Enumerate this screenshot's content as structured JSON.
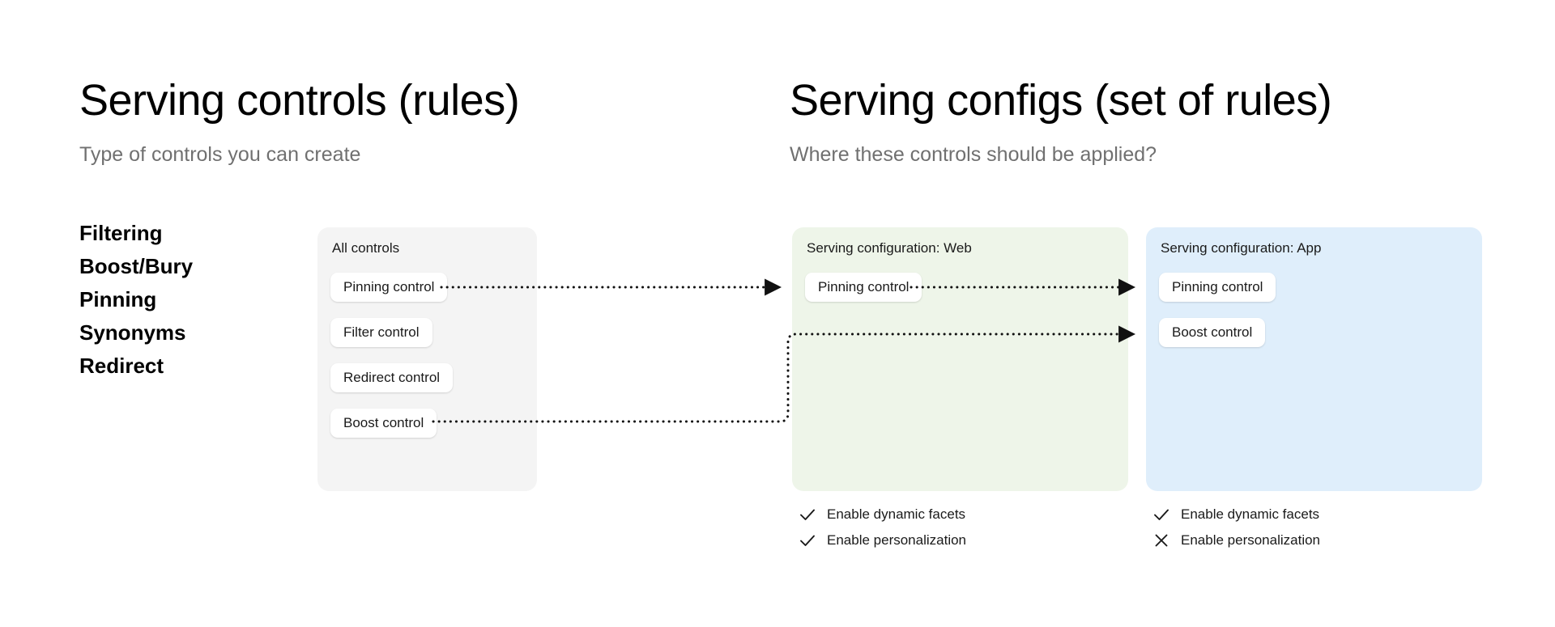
{
  "left_column": {
    "title": "Serving controls (rules)",
    "subtitle": "Type of controls you can create",
    "control_types": [
      {
        "label": "Filtering"
      },
      {
        "label": "Boost/Bury"
      },
      {
        "label": "Pinning"
      },
      {
        "label": "Synonyms"
      },
      {
        "label": "Redirect"
      }
    ],
    "all_controls_panel": {
      "title": "All controls",
      "panel_color": "#f4f4f4",
      "chips": [
        {
          "label": "Pinning control"
        },
        {
          "label": "Filter control"
        },
        {
          "label": "Redirect control"
        },
        {
          "label": "Boost control"
        }
      ]
    }
  },
  "right_column": {
    "title": "Serving configs (set of rules)",
    "subtitle": "Where these controls should be applied?",
    "configs": [
      {
        "title": "Serving configuration: Web",
        "panel_color": "#eef5e9",
        "chips": [
          {
            "label": "Pinning control"
          }
        ],
        "flags": [
          {
            "label": "Enable dynamic facets",
            "icon": "check-icon",
            "enabled": true
          },
          {
            "label": "Enable personalization",
            "icon": "check-icon",
            "enabled": true
          }
        ]
      },
      {
        "title": "Serving configuration: App",
        "panel_color": "#dfeefb",
        "chips": [
          {
            "label": "Pinning control"
          },
          {
            "label": "Boost control"
          }
        ],
        "flags": [
          {
            "label": "Enable dynamic facets",
            "icon": "check-icon",
            "enabled": true
          },
          {
            "label": "Enable personalization",
            "icon": "x-icon",
            "enabled": false
          }
        ]
      }
    ]
  },
  "connectors": [
    {
      "name": "pinning-all-to-web",
      "from": "all-controls.pinning-control",
      "to": "web.pinning-control",
      "style": "dotted-arrow"
    },
    {
      "name": "pinning-web-to-app",
      "from": "web.pinning-control",
      "to": "app.pinning-control",
      "style": "dotted-arrow"
    },
    {
      "name": "boost-all-to-app",
      "from": "all-controls.boost-control",
      "to": "app.boost-control",
      "style": "dotted-arrow"
    }
  ],
  "colors": {
    "stroke": "#111111",
    "panel_neutral": "#f4f4f4",
    "panel_web": "#eef5e9",
    "panel_app": "#dfeefb",
    "chip": "#ffffff",
    "subtitle_text": "#707070"
  }
}
